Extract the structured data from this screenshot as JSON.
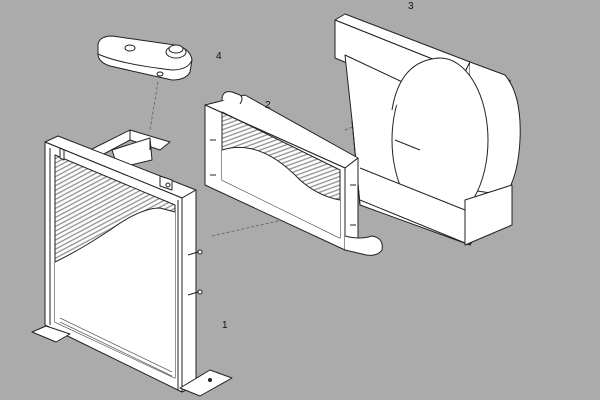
{
  "colors": {
    "background": "#ababab",
    "part_fill": "#ffffff",
    "line": "#222222",
    "core_hatch": "#9a9a9a"
  },
  "parts": [
    {
      "callout": "1",
      "icon": "radiator-frame-icon"
    },
    {
      "callout": "2",
      "icon": "intercooler-icon"
    },
    {
      "callout": "3",
      "icon": "fan-shroud-icon"
    },
    {
      "callout": "4",
      "icon": "expansion-tank-icon"
    }
  ]
}
